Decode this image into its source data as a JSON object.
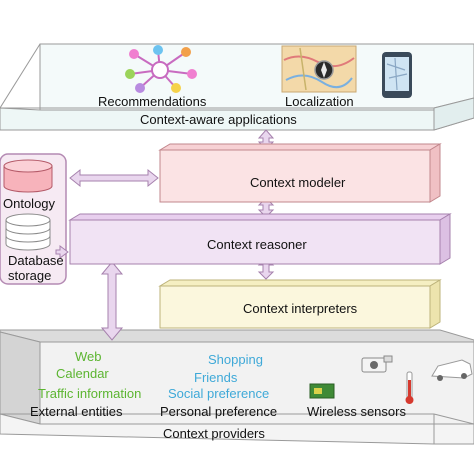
{
  "layers": {
    "applications": {
      "label": "Context-aware applications",
      "items": [
        {
          "label": "Recommendations",
          "icon": "recommendation-network-icon"
        },
        {
          "label": "Localization",
          "icon": "map-compass-icon"
        },
        {
          "label": "",
          "icon": "smartphone-map-icon"
        }
      ]
    },
    "modeler": {
      "label": "Context modeler"
    },
    "reasoner": {
      "label": "Context reasoner"
    },
    "interpreters": {
      "label": "Context interpreters"
    },
    "providers": {
      "label": "Context providers",
      "external": {
        "label": "External entities",
        "items": [
          "Web",
          "Calendar",
          "Traffic information"
        ],
        "color": "#5cb531"
      },
      "personal": {
        "label": "Personal preference",
        "items": [
          "Shopping",
          "Friends",
          "Social preference"
        ],
        "color": "#3fa9d8"
      },
      "sensors": {
        "label": "Wireless sensors",
        "icons": [
          "sensor-board-icon",
          "camera-icon",
          "thermometer-icon",
          "car-icon"
        ]
      }
    }
  },
  "storage": {
    "ontology_label": "Ontology",
    "database_label": "Database storage",
    "database_lines": [
      "Database",
      "storage"
    ]
  },
  "colors": {
    "app_layer": "#eef7f6",
    "modeler": "#fbe3e4",
    "reasoner": "#f1e3f4",
    "interpreters": "#fbf7dd",
    "providers": "#f2f2f2",
    "arrows": "#e9d6ee",
    "ontology": "#f7b3bb",
    "database": "#ffffff",
    "storage_panel": "#f6eaf3"
  }
}
